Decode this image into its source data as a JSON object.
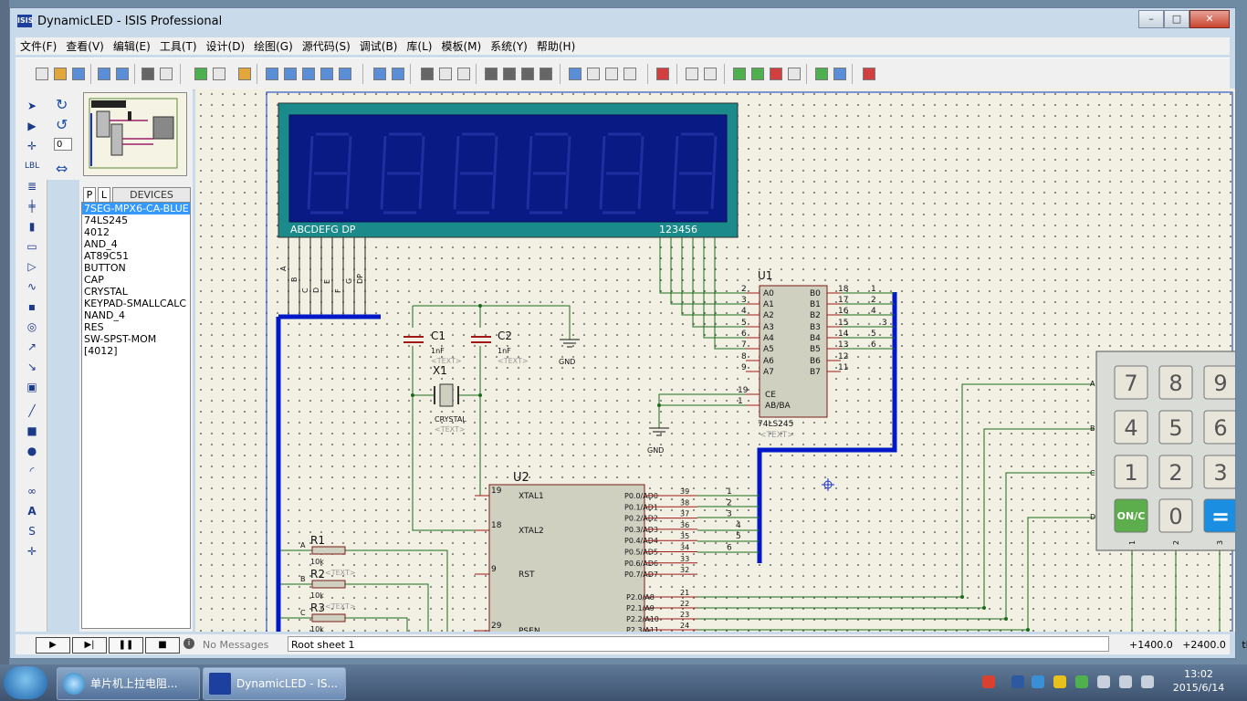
{
  "window": {
    "title": "DynamicLED - ISIS Professional",
    "app_icon": "ISIS"
  },
  "window_controls": [
    "–",
    "□",
    "✕"
  ],
  "menu": [
    "文件(F)",
    "查看(V)",
    "编辑(E)",
    "工具(T)",
    "设计(D)",
    "绘图(G)",
    "源代码(S)",
    "调试(B)",
    "库(L)",
    "模板(M)",
    "系统(Y)",
    "帮助(H)"
  ],
  "rotation": {
    "value": "0"
  },
  "panel": {
    "tab_p": "P",
    "tab_l": "L",
    "header": "DEVICES",
    "devices": [
      "7SEG-MPX6-CA-BLUE",
      "74LS245",
      "4012",
      "AND_4",
      "AT89C51",
      "BUTTON",
      "CAP",
      "CRYSTAL",
      "KEYPAD-SMALLCALC",
      "NAND_4",
      "RES",
      "SW-SPST-MOM",
      "[4012]"
    ],
    "selected_index": 0
  },
  "schematic": {
    "display": {
      "seg_labels": "ABCDEFG  DP",
      "digit_labels": "123456",
      "pins": [
        "A",
        "B",
        "C",
        "D",
        "E",
        "F",
        "G",
        "DP"
      ]
    },
    "c1": {
      "name": "C1",
      "value": "1nF",
      "text": "<TEXT>"
    },
    "c2": {
      "name": "C2",
      "value": "1nF",
      "text": "<TEXT>"
    },
    "x1": {
      "name": "X1",
      "type": "CRYSTAL",
      "text": "<TEXT>"
    },
    "gnd": "GND",
    "u1": {
      "name": "U1",
      "part": "74LS245",
      "text": "<TEXT>",
      "left_pins": [
        [
          "2",
          "A0"
        ],
        [
          "3",
          "A1"
        ],
        [
          "4",
          "A2"
        ],
        [
          "5",
          "A3"
        ],
        [
          "6",
          "A4"
        ],
        [
          "7",
          "A5"
        ],
        [
          "8",
          "A6"
        ],
        [
          "9",
          "A7"
        ]
      ],
      "right_pins": [
        [
          "18",
          "B0"
        ],
        [
          "17",
          "B1"
        ],
        [
          "16",
          "B2"
        ],
        [
          "15",
          "B3"
        ],
        [
          "14",
          "B4"
        ],
        [
          "13",
          "B5"
        ],
        [
          "12",
          "B6"
        ],
        [
          "11",
          "B7"
        ]
      ],
      "ctrl_pins": [
        [
          "19",
          "CE"
        ],
        [
          "1",
          "AB/BA"
        ]
      ],
      "bus_labels": [
        "1",
        "2",
        "4",
        "3",
        "5",
        "6"
      ]
    },
    "u2": {
      "name": "U2",
      "left_pins": [
        [
          "19",
          "XTAL1"
        ],
        [
          "18",
          "XTAL2"
        ],
        [
          "9",
          "RST"
        ],
        [
          "29",
          "PSEN"
        ]
      ],
      "port0": [
        [
          "39",
          "P0.0/AD0"
        ],
        [
          "38",
          "P0.1/AD1"
        ],
        [
          "37",
          "P0.2/AD2"
        ],
        [
          "36",
          "P0.3/AD3"
        ],
        [
          "35",
          "P0.4/AD4"
        ],
        [
          "34",
          "P0.5/AD5"
        ],
        [
          "33",
          "P0.6/AD6"
        ],
        [
          "32",
          "P0.7/AD7"
        ]
      ],
      "port2": [
        [
          "21",
          "P2.0/A8"
        ],
        [
          "22",
          "P2.1/A9"
        ],
        [
          "23",
          "P2.2/A10"
        ],
        [
          "24",
          "P2.3/A11"
        ]
      ],
      "port0_bus": [
        "1",
        "2",
        "3",
        "4",
        "5",
        "6"
      ]
    },
    "resistors": [
      {
        "name": "R1",
        "value": "10k",
        "net": "A"
      },
      {
        "name": "R2",
        "value": "10k",
        "net": "B"
      },
      {
        "name": "R3",
        "value": "10k",
        "net": "C"
      }
    ],
    "resistor_text": "<TEXT>",
    "keypad": {
      "rows": [
        "A",
        "B",
        "C",
        "D"
      ],
      "cols": [
        "1",
        "2",
        "3"
      ],
      "keys": [
        [
          "7",
          "8",
          "9"
        ],
        [
          "4",
          "5",
          "6"
        ],
        [
          "1",
          "2",
          "3"
        ],
        [
          "ON/C",
          "0",
          "="
        ]
      ]
    }
  },
  "statusbar": {
    "play_buttons": [
      "play",
      "step",
      "pause",
      "stop"
    ],
    "messages": "No Messages",
    "sheet": "Root sheet 1",
    "coord_x": "+1400.0",
    "coord_y": "+2400.0",
    "unit": "th"
  },
  "taskbar": {
    "tasks": [
      "单片机上拉电阻...",
      "DynamicLED - IS..."
    ],
    "time": "13:02",
    "date": "2015/6/14"
  },
  "colors": {
    "bus": "#0018c8",
    "wire": "#1b6b1b",
    "pin": "#a01818",
    "component_fill": "#cfd0c0",
    "display_teal": "#1b8a8a",
    "display_blue": "#0a1a85",
    "key_green": "#5cad4b",
    "key_blue": "#1a8ee0"
  }
}
